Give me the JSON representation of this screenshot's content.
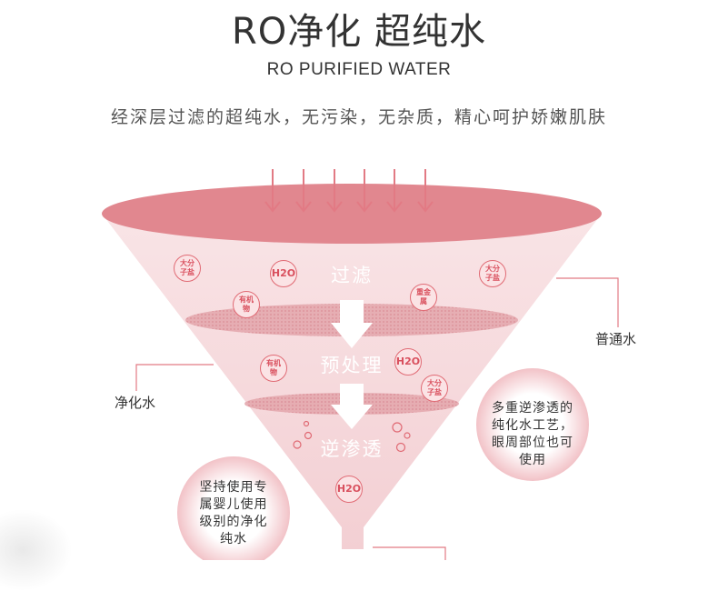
{
  "header": {
    "title": "RO净化 超纯水",
    "subtitle": "RO PURIFIED WATER",
    "description": "经深层过滤的超纯水，无污染，无杂质，精心呵护娇嫩肌肤"
  },
  "stages": {
    "filter": "过滤",
    "pretreat": "预处理",
    "reverse_osmosis": "逆渗透"
  },
  "labels": {
    "ordinary_water": "普通水",
    "purified_water": "净化水"
  },
  "molecules": {
    "large_salt": "大分子盐",
    "h2o": "H2O",
    "organic": "有机物",
    "heavy_metal": "重金属"
  },
  "callouts": {
    "right_line1": "多重逆渗透的",
    "right_line2": "纯化水工艺，",
    "right_line3": "眼周部位也可",
    "right_line4": "使用",
    "left_line1": "坚持使用专",
    "left_line2": "属婴儿使用",
    "left_line3": "级别的净化",
    "left_line4": "纯水"
  },
  "colors": {
    "funnel_top": "#e1878f",
    "funnel_body": "#f7dadd",
    "molecule": "#e06a74",
    "stage_text": "#ffffff"
  }
}
